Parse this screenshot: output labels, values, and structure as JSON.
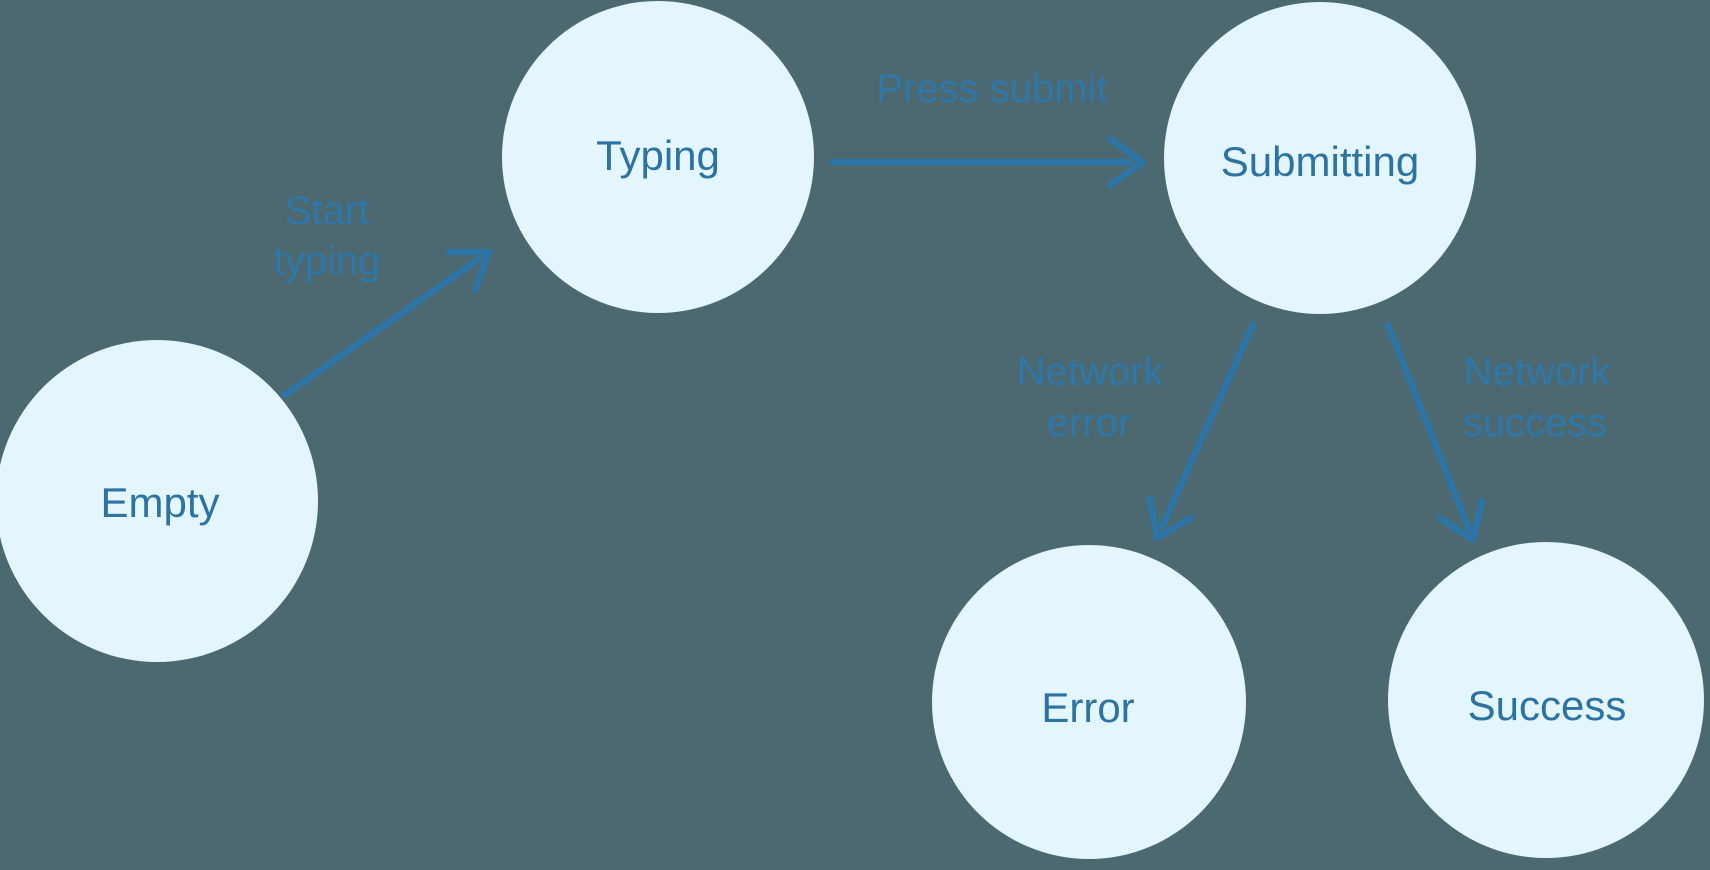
{
  "diagram_type": "state-machine",
  "colors": {
    "background": "#4C6971",
    "node_fill": "#E3F5FD",
    "node_text": "#2C73A3",
    "arrow": "#2D75A7",
    "label_text": "#2E77A9"
  },
  "states": [
    {
      "id": "empty",
      "label": "Empty"
    },
    {
      "id": "typing",
      "label": "Typing"
    },
    {
      "id": "submitting",
      "label": "Submitting"
    },
    {
      "id": "error",
      "label": "Error"
    },
    {
      "id": "success",
      "label": "Success"
    }
  ],
  "transitions": [
    {
      "from": "Empty",
      "to": "Typing",
      "label": "Start typing",
      "lines": [
        "Start",
        "typing"
      ]
    },
    {
      "from": "Typing",
      "to": "Submitting",
      "label": "Press submit",
      "lines": [
        "Press submit"
      ]
    },
    {
      "from": "Submitting",
      "to": "Error",
      "label": "Network error",
      "lines": [
        "Network",
        "error"
      ]
    },
    {
      "from": "Submitting",
      "to": "Success",
      "label": "Network success",
      "lines": [
        "Network",
        "success"
      ]
    }
  ]
}
